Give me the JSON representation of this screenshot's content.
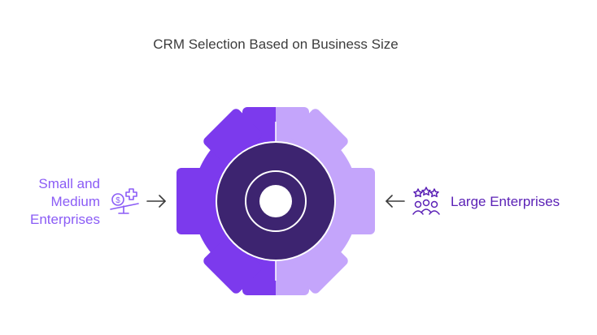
{
  "title": "CRM Selection Based on Business Size",
  "left_option": {
    "lines": [
      "Small and",
      "Medium",
      "Enterprises"
    ],
    "icon": "money-scale-icon",
    "color": "#8b5cf6"
  },
  "right_option": {
    "label": "Large Enterprises",
    "icon": "team-stars-icon",
    "color": "#5b21b6"
  },
  "gear": {
    "left_color": "#7c3aed",
    "right_color": "#c4a5fb",
    "inner_color": "#3d2470",
    "icon": "gear-icon"
  }
}
